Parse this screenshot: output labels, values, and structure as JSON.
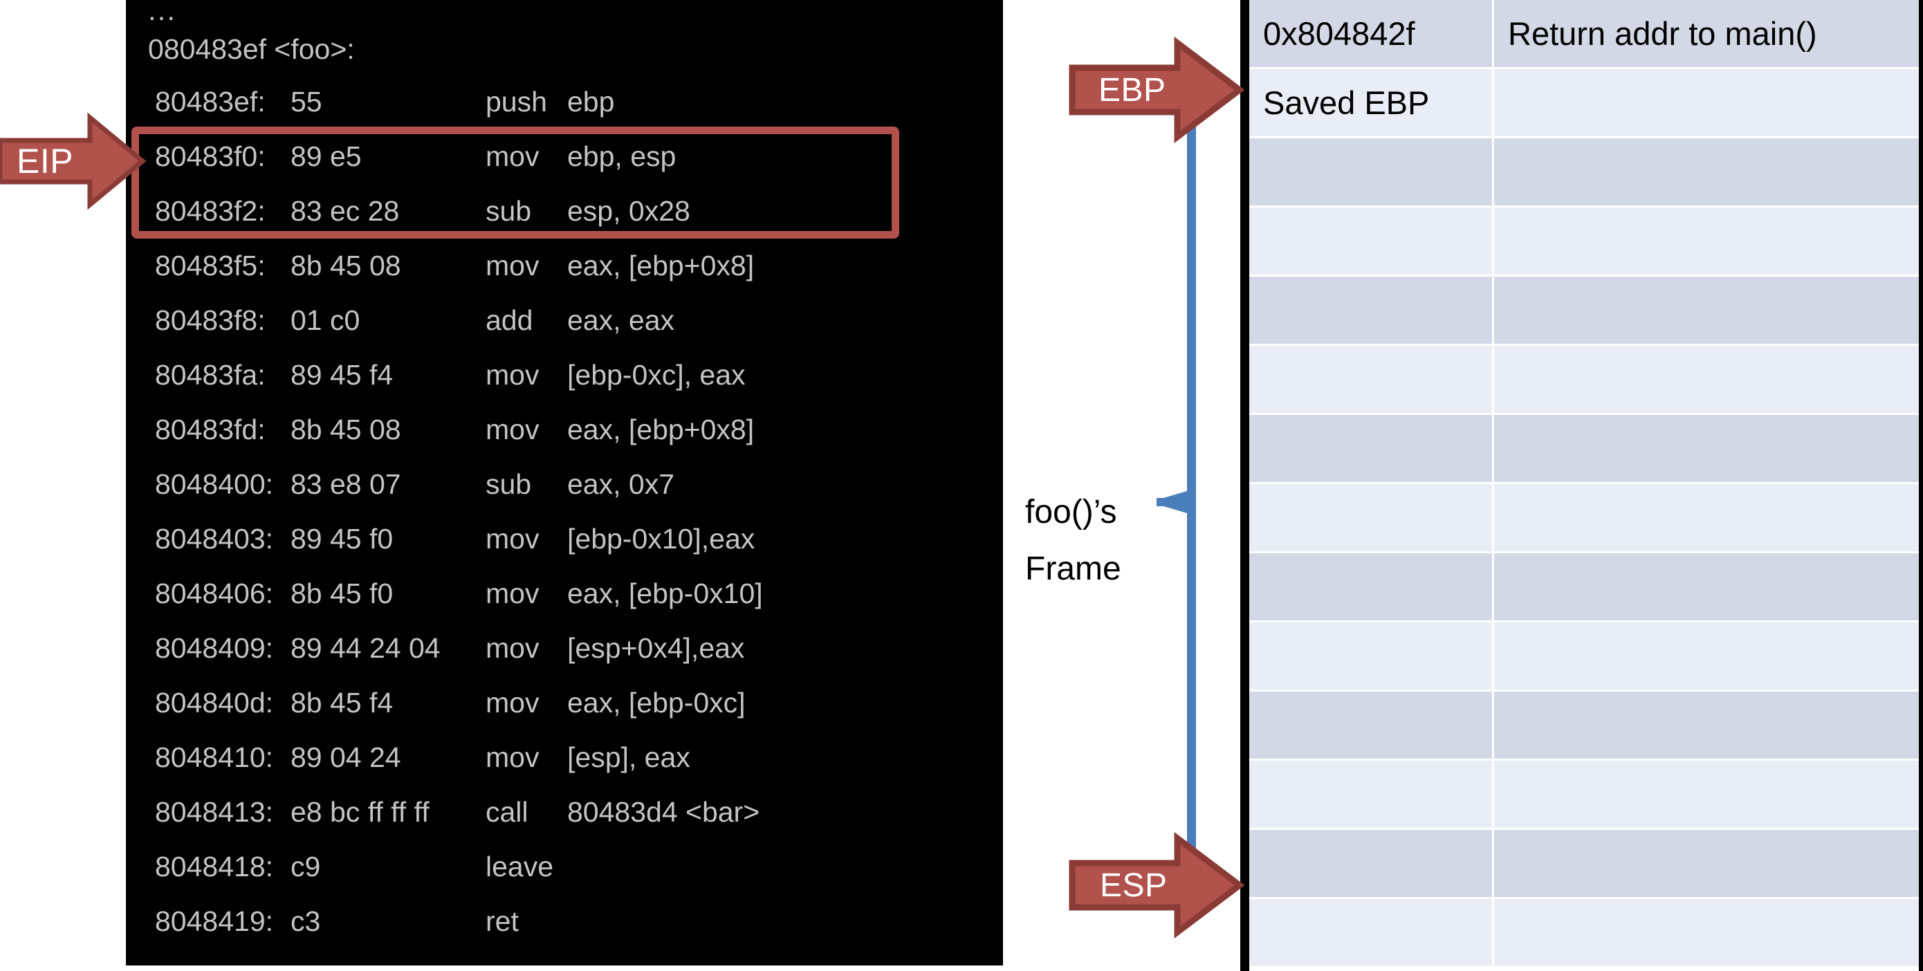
{
  "disassembly": {
    "ellipsis": "...",
    "function_label": "080483ef <foo>:",
    "columns": [
      "address",
      "bytes",
      "mnemonic",
      "operands"
    ],
    "instructions": [
      {
        "address": "80483ef:",
        "bytes": "55",
        "mnemonic": "push",
        "operands": "ebp",
        "highlighted": false
      },
      {
        "address": "80483f0:",
        "bytes": "89 e5",
        "mnemonic": "mov",
        "operands": "ebp, esp",
        "highlighted": true
      },
      {
        "address": "80483f2:",
        "bytes": "83 ec 28",
        "mnemonic": "sub",
        "operands": "esp, 0x28",
        "highlighted": true
      },
      {
        "address": "80483f5:",
        "bytes": "8b 45 08",
        "mnemonic": "mov",
        "operands": "eax, [ebp+0x8]",
        "highlighted": false
      },
      {
        "address": "80483f8:",
        "bytes": "01 c0",
        "mnemonic": "add",
        "operands": "eax, eax",
        "highlighted": false
      },
      {
        "address": "80483fa:",
        "bytes": "89 45 f4",
        "mnemonic": "mov",
        "operands": "[ebp-0xc], eax",
        "highlighted": false
      },
      {
        "address": "80483fd:",
        "bytes": "8b 45 08",
        "mnemonic": "mov",
        "operands": "eax, [ebp+0x8]",
        "highlighted": false
      },
      {
        "address": "8048400:",
        "bytes": "83 e8 07",
        "mnemonic": "sub",
        "operands": "eax, 0x7",
        "highlighted": false
      },
      {
        "address": "8048403:",
        "bytes": "89 45 f0",
        "mnemonic": "mov",
        "operands": "[ebp-0x10],eax",
        "highlighted": false
      },
      {
        "address": "8048406:",
        "bytes": "8b 45 f0",
        "mnemonic": "mov",
        "operands": "eax, [ebp-0x10]",
        "highlighted": false
      },
      {
        "address": "8048409:",
        "bytes": "89 44 24 04",
        "mnemonic": "mov",
        "operands": "[esp+0x4],eax",
        "highlighted": false
      },
      {
        "address": "804840d:",
        "bytes": "8b 45 f4",
        "mnemonic": "mov",
        "operands": "eax, [ebp-0xc]",
        "highlighted": false
      },
      {
        "address": "8048410:",
        "bytes": "89 04 24",
        "mnemonic": "mov",
        "operands": "[esp], eax",
        "highlighted": false
      },
      {
        "address": "8048413:",
        "bytes": "e8 bc ff ff ff",
        "mnemonic": "call",
        "operands": "80483d4 <bar>",
        "highlighted": false
      },
      {
        "address": "8048418:",
        "bytes": "c9",
        "mnemonic": "leave",
        "operands": "",
        "highlighted": false
      },
      {
        "address": "8048419:",
        "bytes": "c3",
        "mnemonic": "ret",
        "operands": "",
        "highlighted": false
      }
    ]
  },
  "pointers": {
    "eip": {
      "label": "EIP"
    },
    "ebp": {
      "label": "EBP"
    },
    "esp": {
      "label": "ESP"
    }
  },
  "frame": {
    "label_line1": "foo()’s",
    "label_line2": "Frame"
  },
  "stack": {
    "rows": [
      {
        "address": "0x804842f",
        "description": "Return addr to main()"
      },
      {
        "address": "Saved EBP",
        "description": ""
      },
      {
        "address": "",
        "description": ""
      },
      {
        "address": "",
        "description": ""
      },
      {
        "address": "",
        "description": ""
      },
      {
        "address": "",
        "description": ""
      },
      {
        "address": "",
        "description": ""
      },
      {
        "address": "",
        "description": ""
      },
      {
        "address": "",
        "description": ""
      },
      {
        "address": "",
        "description": ""
      },
      {
        "address": "",
        "description": ""
      },
      {
        "address": "",
        "description": ""
      },
      {
        "address": "",
        "description": ""
      },
      {
        "address": "",
        "description": ""
      }
    ]
  },
  "colors": {
    "accent_red": "#b2524c",
    "accent_red_dark": "#8a3b36",
    "terminal_bg": "#000000",
    "terminal_text": "#c4c4c4",
    "stack_row_dark": "#d2d8e6",
    "stack_row_light": "#e9edf6",
    "frame_blue": "#4a7ebb"
  }
}
